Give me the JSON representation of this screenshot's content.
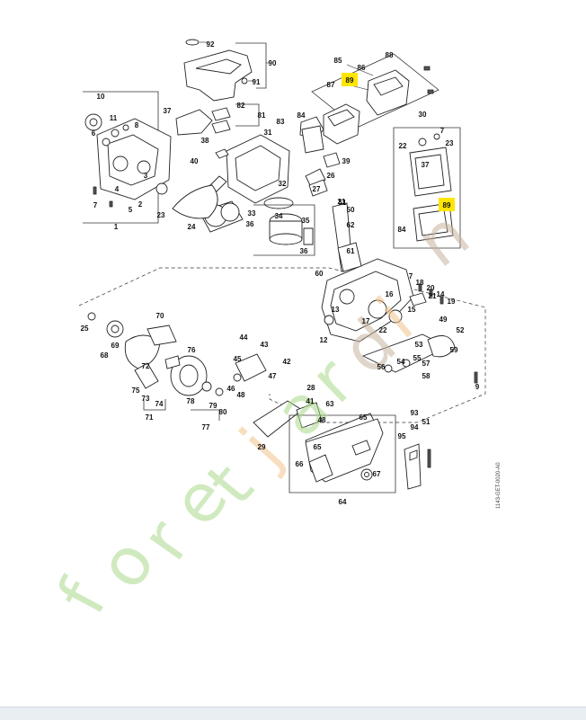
{
  "drawing_code": "1143-GET-0020-A0",
  "watermark": {
    "text": "foretjardin",
    "letters": [
      "f",
      "o",
      "r",
      "e",
      "t",
      "j",
      "a",
      "r",
      "d",
      "i",
      "n"
    ],
    "colors": {
      "green": "#a9d98a",
      "orange": "#f0c28a",
      "brown": "#c6b39c"
    }
  },
  "highlight_color": "#ffe600",
  "labels": [
    "1",
    "2",
    "3",
    "4",
    "5",
    "6",
    "7",
    "8",
    "9",
    "10",
    "11",
    "12",
    "13",
    "14",
    "15",
    "16",
    "17",
    "18",
    "19",
    "20",
    "21",
    "22",
    "23",
    "24",
    "25",
    "26",
    "27",
    "28",
    "29",
    "30",
    "31",
    "32",
    "33",
    "34",
    "35",
    "36",
    "37",
    "38",
    "39",
    "40",
    "41",
    "42",
    "43",
    "44",
    "45",
    "46",
    "47",
    "48",
    "49",
    "50",
    "51",
    "52",
    "53",
    "54",
    "55",
    "56",
    "57",
    "58",
    "59",
    "60",
    "61",
    "62",
    "63",
    "64",
    "65",
    "66",
    "67",
    "68",
    "69",
    "70",
    "71",
    "72",
    "73",
    "74",
    "75",
    "76",
    "77",
    "78",
    "79",
    "80",
    "81",
    "82",
    "83",
    "84",
    "85",
    "86",
    "87",
    "88",
    "89",
    "90",
    "91",
    "92",
    "93",
    "94",
    "95"
  ]
}
